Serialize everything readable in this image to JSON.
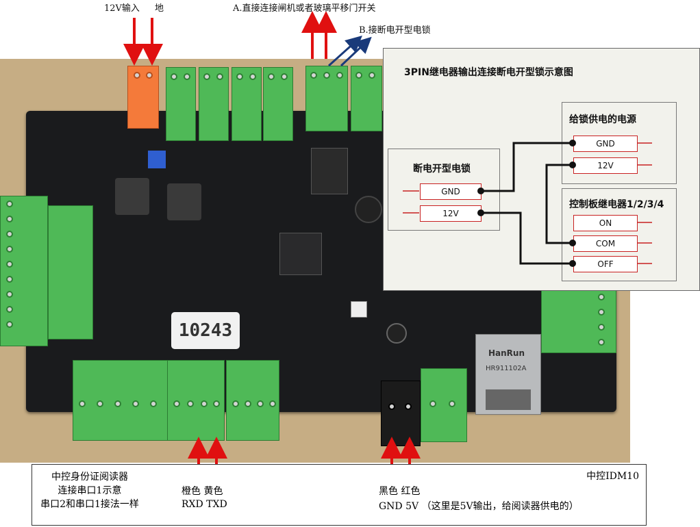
{
  "top_labels": {
    "power": "12V输入",
    "ground": "地",
    "option_a": "A.直接连接闸机或者玻璃平移门开关",
    "option_b": "B.接断电开型电锁"
  },
  "board": {
    "serial_number": "10243",
    "ethernet_brand": "HanRun",
    "ethernet_model": "HR911102A"
  },
  "panel": {
    "title": "3PIN继电器输出连接断电开型锁示意图",
    "lock": {
      "title": "断电开型电锁",
      "pins": [
        "GND",
        "12V"
      ]
    },
    "power_supply": {
      "title": "给锁供电的电源",
      "pins": [
        "GND",
        "12V"
      ]
    },
    "relay": {
      "title": "控制板继电器1/2/3/4",
      "pins": [
        "ON",
        "COM",
        "OFF"
      ]
    }
  },
  "bottom": {
    "reader_lines": [
      "中控身份证阅读器",
      "连接串口1示意",
      "串口2和串口1接法一样"
    ],
    "serial_colors": "橙色 黄色",
    "serial_signals": "RXD TXD",
    "power_colors": "黑色 红色",
    "power_signals": "GND 5V （这里是5V输出，给阅读器供电的）",
    "device": "中控IDM10"
  },
  "colors": {
    "arrow_red": "#e01010",
    "arrow_blue": "#1a3a7a",
    "terminal_green": "#4fb957",
    "terminal_orange": "#f47a3a",
    "pcb_black": "#1a1b1d"
  }
}
